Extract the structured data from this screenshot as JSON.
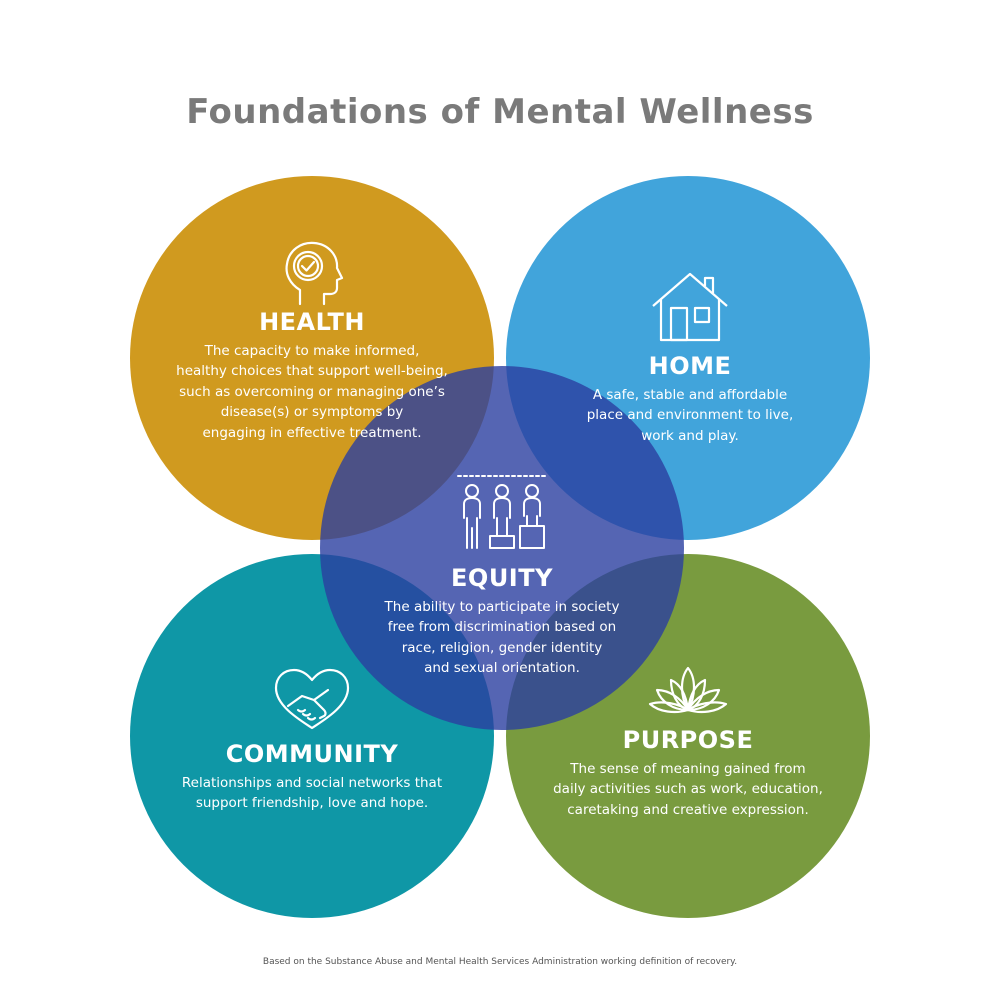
{
  "title": "Foundations of Mental Wellness",
  "colors": {
    "health": "#d09a1f",
    "home": "#41a4db",
    "community": "#0f97a6",
    "purpose": "#799b3f",
    "equity": "#2b3fa0",
    "title": "#7a7a7a"
  },
  "sections": {
    "health": {
      "icon": "head-checkmark-icon",
      "heading": "HEALTH",
      "lines": [
        "The capacity to make informed,",
        "healthy choices that support well-being,",
        "such as overcoming or managing one’s",
        "disease(s) or symptoms by",
        "engaging in effective treatment."
      ]
    },
    "home": {
      "icon": "house-icon",
      "heading": "HOME",
      "lines": [
        "A safe, stable and affordable",
        "place and environment to live,",
        "work and play."
      ]
    },
    "equity": {
      "icon": "people-on-pedestals-icon",
      "heading": "EQUITY",
      "lines": [
        "The ability to participate in society",
        "free from discrimination based on",
        "race, religion, gender identity",
        "and sexual orientation."
      ]
    },
    "community": {
      "icon": "heart-handshake-icon",
      "heading": "COMMUNITY",
      "lines": [
        "Relationships and social networks that",
        "support friendship, love and hope."
      ]
    },
    "purpose": {
      "icon": "lotus-icon",
      "heading": "PURPOSE",
      "lines": [
        "The sense of meaning gained from",
        "daily activities such as work, education,",
        "caretaking and creative expression."
      ]
    }
  },
  "footnote": "Based on the Substance Abuse and Mental Health Services Administration working definition of recovery."
}
